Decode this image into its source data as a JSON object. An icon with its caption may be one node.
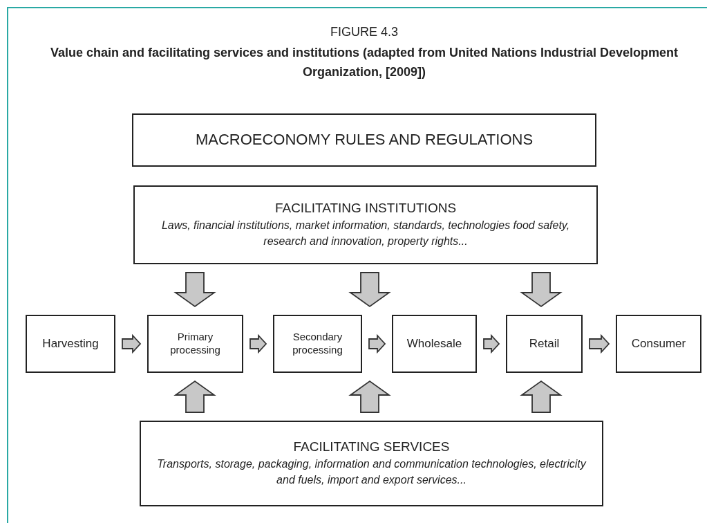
{
  "diagram": {
    "title": "FIGURE 4.3",
    "caption": "Value chain and facilitating services and institutions (adapted from United Nations Industrial Development Organization, [2009])",
    "nodes": [
      {
        "text": [
          "MACROECONOMY RULES AND REGULATIONS"
        ]
      },
      {
        "text": [
          "FACILITATING INSTITUTIONS",
          "Laws, financial institutions, market information, standards, technologies food safety, research and innovation, property rights..."
        ]
      },
      {
        "text": [
          "Harvesting"
        ]
      },
      {
        "text": [
          "Primary processing"
        ]
      },
      {
        "text": [
          "Secondary processing"
        ]
      },
      {
        "text": [
          "Wholesale"
        ]
      },
      {
        "text": [
          "Retail"
        ]
      },
      {
        "text": [
          "Consumer"
        ]
      },
      {
        "text": [
          "FACILITATING SERVICES",
          "Transports, storage, packaging, information and communication technologies, electricity and fuels, import and export services..."
        ]
      }
    ],
    "edges": [
      {
        "from": 2,
        "to": 3,
        "arrow": "to"
      },
      {
        "from": 3,
        "to": 4,
        "arrow": "to"
      },
      {
        "from": 4,
        "to": 5,
        "arrow": "to"
      },
      {
        "from": 5,
        "to": 6,
        "arrow": "to"
      },
      {
        "from": 6,
        "to": 7,
        "arrow": "to"
      },
      {
        "from": 1,
        "to": 3,
        "arrow": "to"
      },
      {
        "from": 1,
        "to": 4,
        "arrow": "to"
      },
      {
        "from": 1,
        "to": 6,
        "arrow": "to"
      },
      {
        "from": 8,
        "to": 3,
        "arrow": "to"
      },
      {
        "from": 8,
        "to": 4,
        "arrow": "to"
      },
      {
        "from": 8,
        "to": 6,
        "arrow": "to"
      }
    ]
  }
}
